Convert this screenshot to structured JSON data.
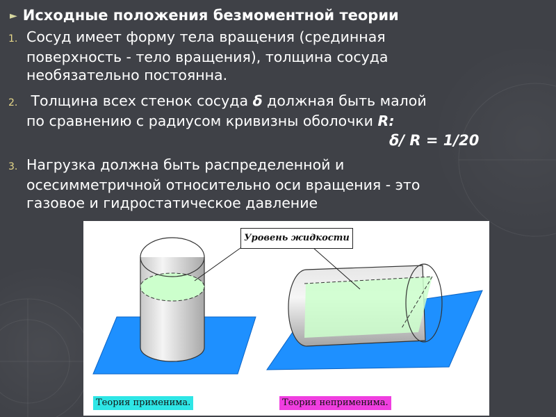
{
  "slide": {
    "title": "Исходные положения безмоментной теории",
    "items": [
      {
        "number": "1.",
        "lines": [
          "Сосуд имеет форму тела вращения (срединная",
          "поверхность - тело вращения), толщина сосуда",
          "необязательно постоянна."
        ]
      },
      {
        "number": "2.",
        "lines": [
          " Толщина всех стенок сосуда ",
          "по сравнению с радиусом кривизны оболочки "
        ],
        "delta_symbol": "δ",
        "line1_tail": " должная быть малой",
        "radius_symbol": "R:",
        "formula": "δ/ R = 1/20"
      },
      {
        "number": "3.",
        "lines": [
          "Нагрузка должна быть распределенной и",
          "осесимметричной относительно оси вращения - это",
          "газовое и гидростатическое давление"
        ]
      }
    ]
  },
  "figure": {
    "callout": "Уровень жидкости",
    "caption_left": "Теория применима.",
    "caption_right": "Теория неприменима.",
    "colors": {
      "plane": "#1e90ff",
      "liquid": "#ccffcc",
      "cylinder": "#d8d8d8",
      "caption_left_bg": "#2ee6e6",
      "caption_right_bg": "#f03ee0"
    }
  }
}
